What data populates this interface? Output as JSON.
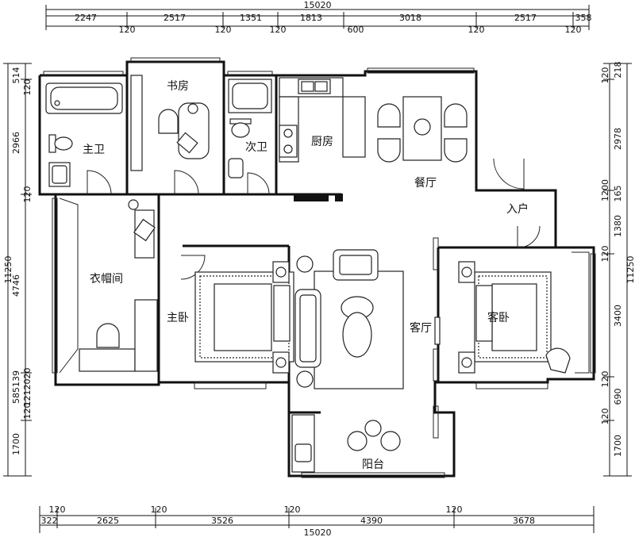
{
  "dimensions": {
    "top_total": "15020",
    "top_row": [
      "2247",
      "2517",
      "1351",
      "1813",
      "3018",
      "2517",
      "358"
    ],
    "top_walls": [
      "120",
      "120",
      "120",
      "600",
      "120",
      "120"
    ],
    "bottom_row": [
      "322",
      "2625",
      "3526",
      "4390",
      "3678"
    ],
    "bottom_walls": [
      "120",
      "120",
      "120",
      "120"
    ],
    "bottom_total": "15020",
    "left_total": "11250",
    "left_row": [
      "514",
      "120",
      "2966",
      "120",
      "4746",
      "585139",
      "1212020",
      "120",
      "1700"
    ],
    "right_total": "11250",
    "right_row": [
      "218",
      "120",
      "2978",
      "1200",
      "165",
      "1380",
      "120",
      "3400",
      "120",
      "690",
      "120",
      "1700"
    ]
  },
  "rooms": {
    "master_bath": "主卫",
    "study": "书房",
    "second_bath": "次卫",
    "kitchen": "厨房",
    "dining": "餐厅",
    "entrance": "入户",
    "cloakroom": "衣帽间",
    "master_bedroom": "主卧",
    "living_room": "客厅",
    "guest_bedroom": "客卧",
    "balcony": "阳台"
  },
  "colors": {
    "line": "#111111",
    "background": "#ffffff"
  }
}
